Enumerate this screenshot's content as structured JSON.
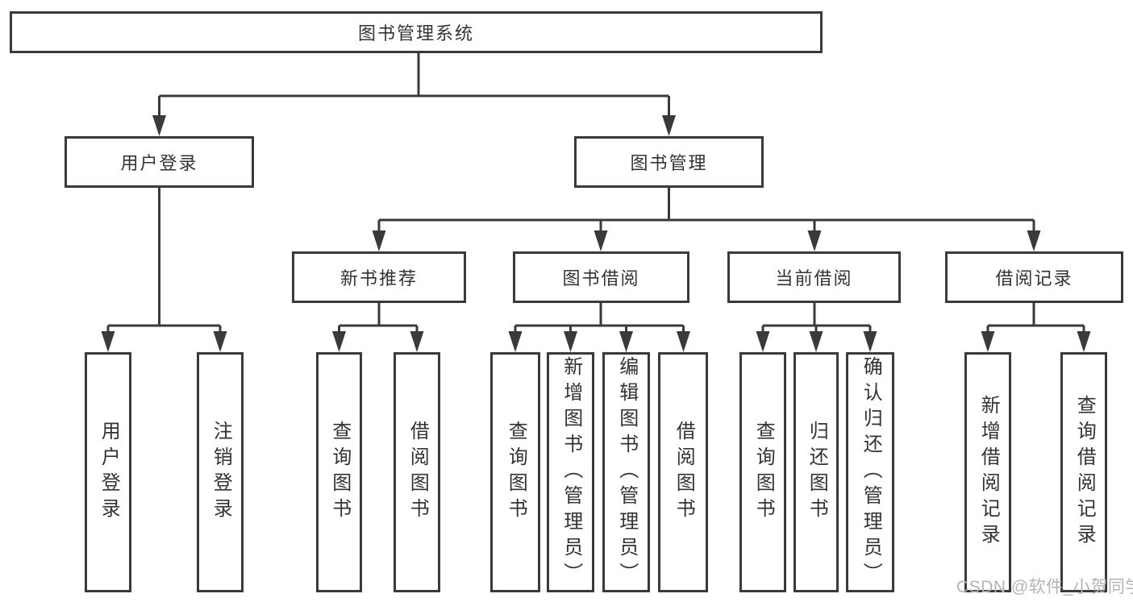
{
  "tree": {
    "label": "图书管理系统",
    "children": [
      {
        "label": "用户登录",
        "children": [
          {
            "label": "用户登录"
          },
          {
            "label": "注销登录"
          }
        ]
      },
      {
        "label": "图书管理",
        "children": [
          {
            "label": "新书推荐",
            "children": [
              {
                "label": "查询图书"
              },
              {
                "label": "借阅图书"
              }
            ]
          },
          {
            "label": "图书借阅",
            "children": [
              {
                "label": "查询图书"
              },
              {
                "label": "新增图书（管理员）"
              },
              {
                "label": "编辑图书（管理员）"
              },
              {
                "label": "借阅图书"
              }
            ]
          },
          {
            "label": "当前借阅",
            "children": [
              {
                "label": "查询图书"
              },
              {
                "label": "归还图书"
              },
              {
                "label": "确认归还（管理员）"
              }
            ]
          },
          {
            "label": "借阅记录",
            "children": [
              {
                "label": "新增借阅记录"
              },
              {
                "label": "查询借阅记录"
              }
            ]
          }
        ]
      }
    ]
  },
  "watermark": {
    "text": "CSDN @软件_小贺同学"
  },
  "colors": {
    "line": "#3a3a3a",
    "text": "#333333",
    "watermark": "#b4b4b8",
    "background": "#ffffff"
  }
}
